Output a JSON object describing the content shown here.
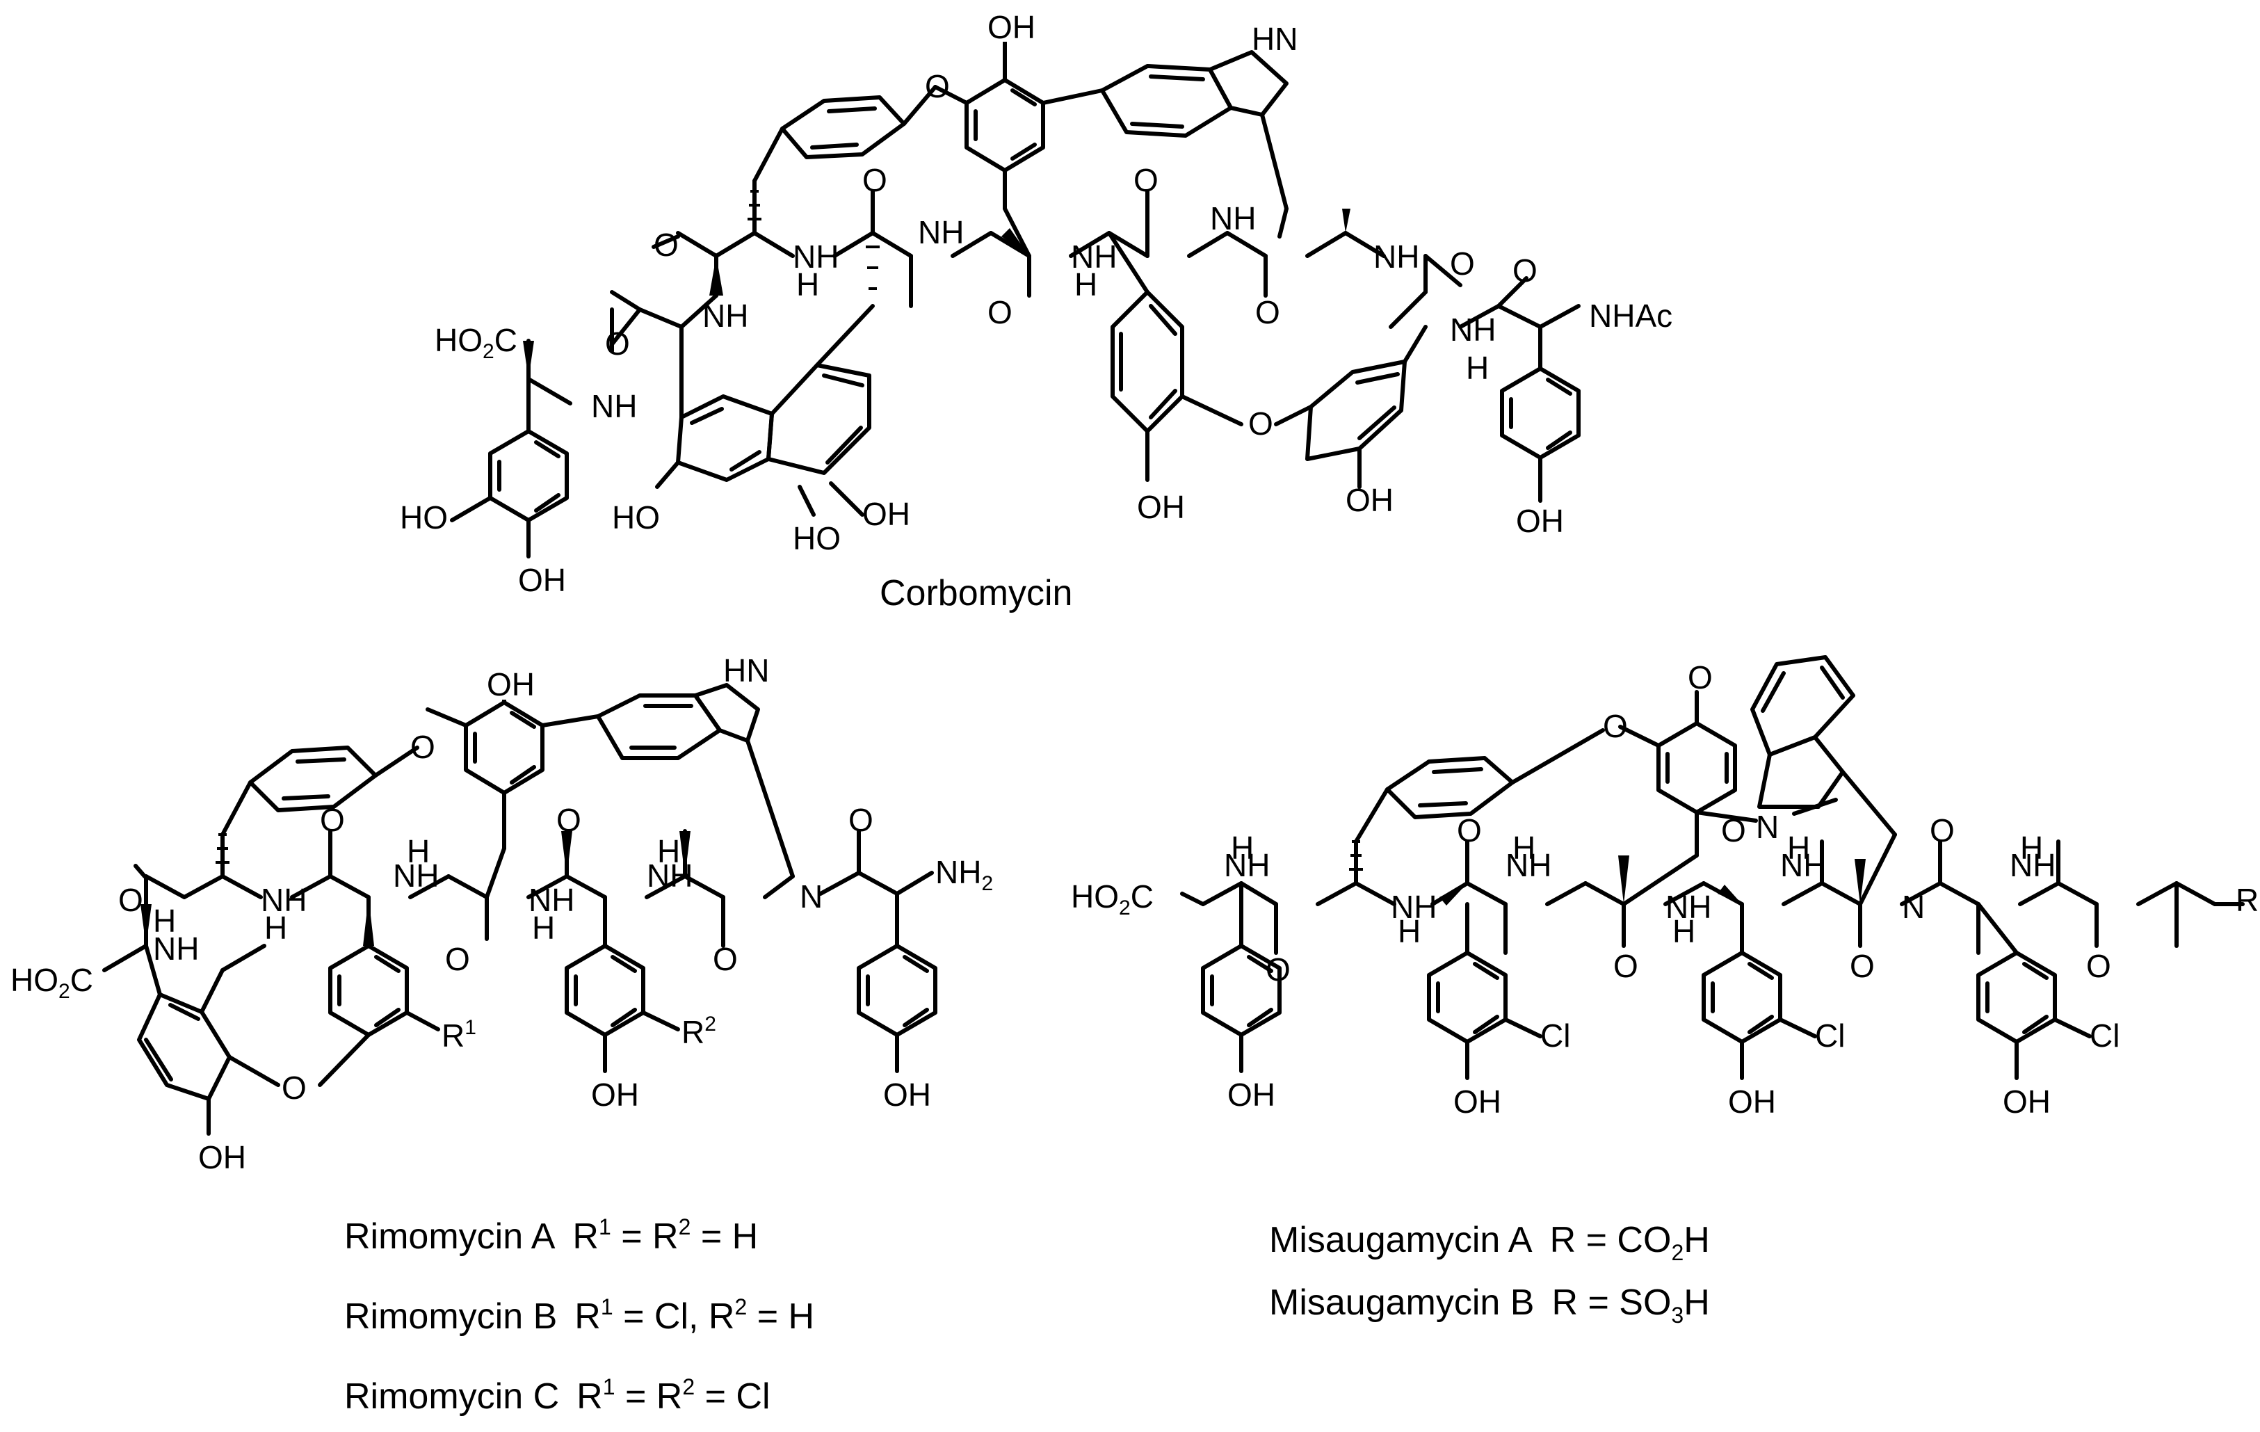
{
  "compounds": {
    "corbomycin": {
      "name": "Corbomycin"
    },
    "rimomycin": {
      "lines": [
        {
          "name": "Rimomycin A",
          "r1": "1",
          "eq1": " = R",
          "r2": "2",
          "eq2": " = H"
        },
        {
          "name": "Rimomycin B",
          "r1": "1",
          "eq1": " = Cl, R",
          "r2": "2",
          "eq2": " = H"
        },
        {
          "name": "Rimomycin C",
          "r1": "1",
          "eq1": " = R",
          "r2": "2",
          "eq2": " = Cl"
        }
      ]
    },
    "misaugamycin": {
      "lines": [
        {
          "name": "Misaugamycin A",
          "pre": "R = CO",
          "sub": "2",
          "post": "H"
        },
        {
          "name": "Misaugamycin B",
          "pre": "R = SO",
          "sub": "3",
          "post": "H"
        }
      ]
    }
  },
  "atom_labels": {
    "OH": "OH",
    "HO": "HO",
    "O": "O",
    "NH": "NH",
    "N": "N",
    "H": "H",
    "HN": "HN",
    "NHAc": "NHAc",
    "HO2C_pre": "HO",
    "HO2C_sub": "2",
    "HO2C_post": "C",
    "NH2_pre": "NH",
    "NH2_sub": "2",
    "Cl": "Cl",
    "R": "R",
    "R1_sub": "1",
    "R2_sub": "2"
  }
}
